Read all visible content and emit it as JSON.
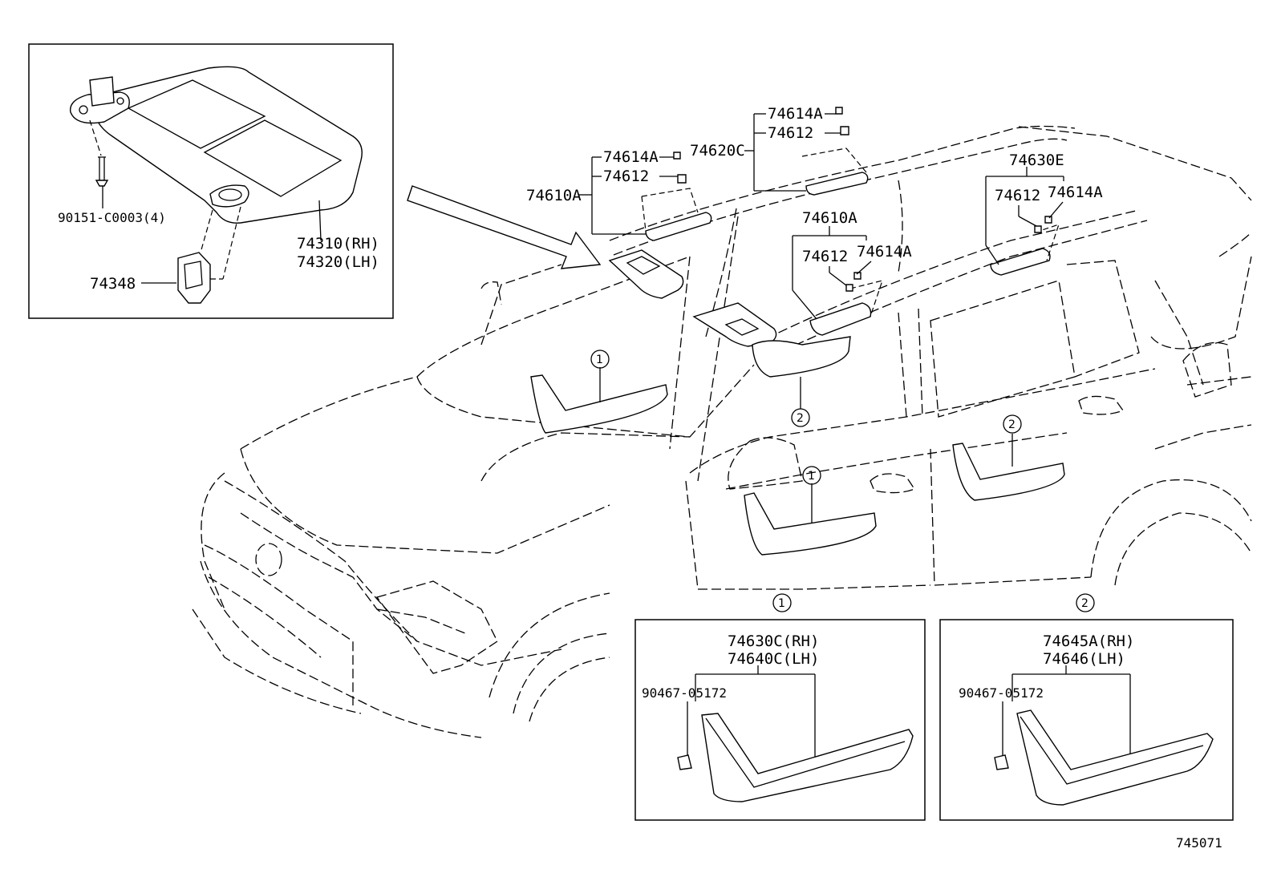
{
  "diagram_id": "745071",
  "inset_visor": {
    "screw": "90151-C0003(4)",
    "visor_rh": "74310(RH)",
    "visor_lh": "74320(LH)",
    "holder": "74348"
  },
  "grips": {
    "front_left": {
      "base": "74610A",
      "screw_cap": "74614A",
      "screw": "74612"
    },
    "rear_roof": {
      "base": "74620C",
      "screw_cap": "74614A",
      "screw": "74612"
    },
    "front_right": {
      "base": "74610A",
      "screw": "74612",
      "screw_cap": "74614A"
    },
    "rear_right": {
      "base": "74630E",
      "screw": "74612",
      "screw_cap": "74614A"
    }
  },
  "callouts": [
    "1",
    "2"
  ],
  "detail_1": {
    "marker": "1",
    "part_rh": "74630C(RH)",
    "part_lh": "74640C(LH)",
    "clip": "90467-05172"
  },
  "detail_2": {
    "marker": "2",
    "part_rh": "74645A(RH)",
    "part_lh": "74646(LH)",
    "clip": "90467-05172"
  }
}
